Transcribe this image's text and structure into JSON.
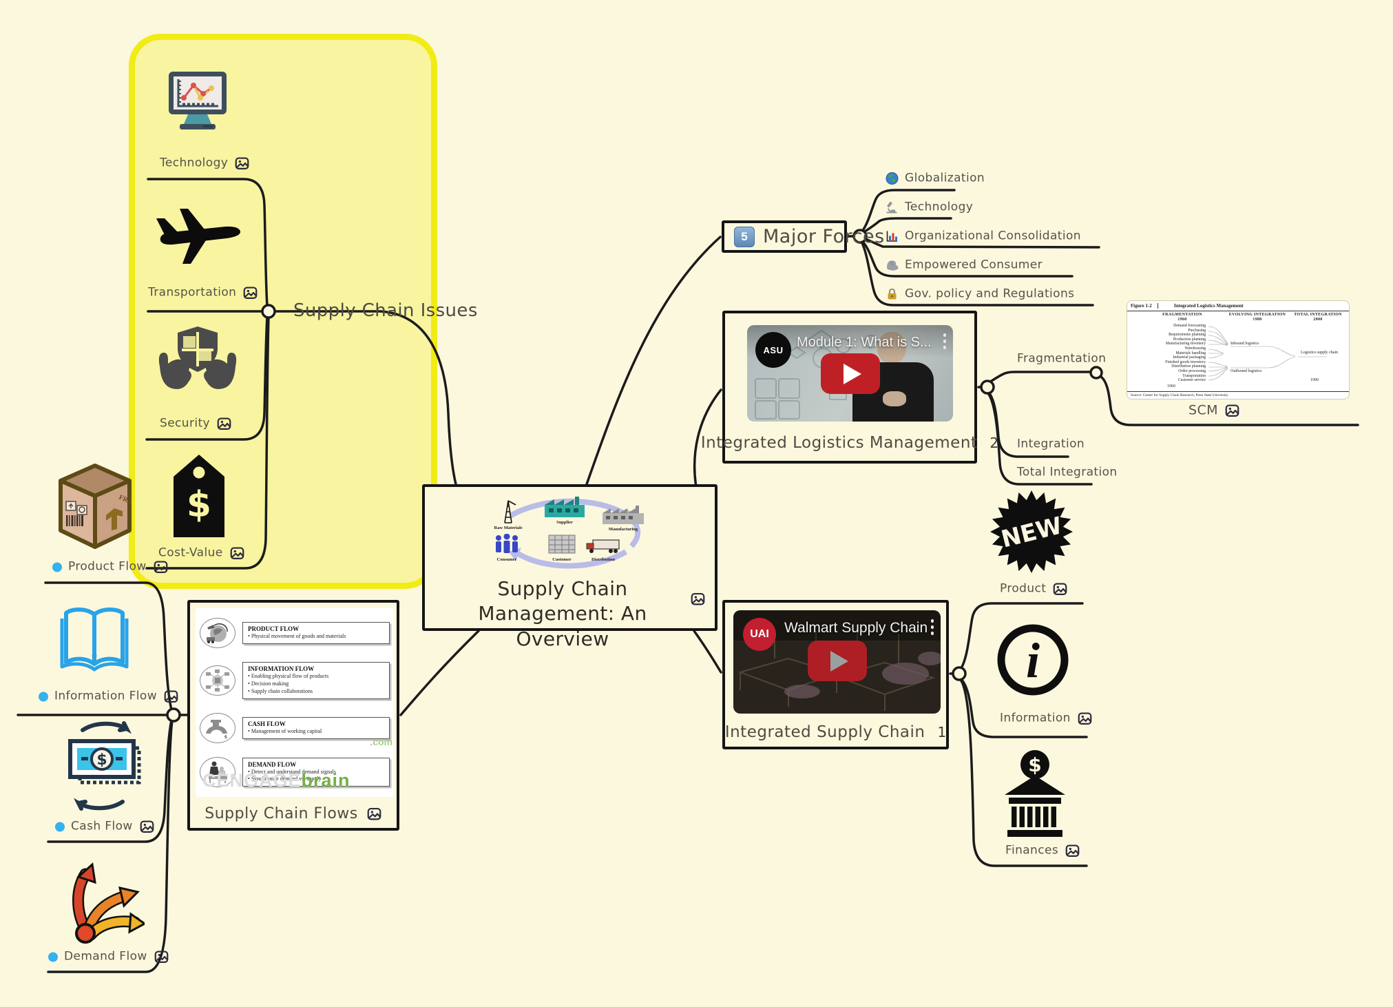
{
  "canvas": {
    "bg": "#fcf8de"
  },
  "colors": {
    "boundary_fill": "#f8f4a0",
    "boundary_border": "#f1eb16",
    "play_red": "#bf2026",
    "bullet_blue": "#35b1ee",
    "node_border": "#151515",
    "label_gray": "#55524a"
  },
  "central": {
    "title": "Supply Chain Management: An Overview",
    "mini_diagram": {
      "labels": [
        "Raw Materials",
        "Supplier",
        "Manufacturing",
        "Distribution",
        "Customer",
        "Consumer"
      ]
    }
  },
  "issues": {
    "label": "Supply Chain Issues",
    "children": [
      {
        "label": "Technology"
      },
      {
        "label": "Transportation"
      },
      {
        "label": "Security"
      },
      {
        "label": "Cost-Value"
      }
    ]
  },
  "forces": {
    "label": "Major Forces",
    "badge": "5",
    "children": [
      {
        "label": "Globalization"
      },
      {
        "label": "Technology"
      },
      {
        "label": "Organizational Consolidation"
      },
      {
        "label": "Empowered Consumer"
      },
      {
        "label": "Gov. policy and Regulations"
      }
    ]
  },
  "logistics": {
    "label": "Integrated Logistics Management",
    "link_count": "2",
    "video_title": "Module 1: What is S...",
    "video_logo": "ASU",
    "children": [
      {
        "label": "Fragmentation"
      },
      {
        "label": "Integration"
      },
      {
        "label": "Total Integration"
      }
    ]
  },
  "scm": {
    "label": "SCM",
    "figure": {
      "tab": "Figure 1-2",
      "title": "Integrated Logistics Management",
      "col_left": "FRAGMENTATION",
      "col_left_year": "1960",
      "col_mid": "EVOLVING INTEGRATION",
      "col_mid_year": "1980",
      "col_right": "TOTAL INTEGRATION",
      "col_right_year": "2000",
      "activities": [
        "Demand forecasting",
        "Purchasing",
        "Requirements planning",
        "Production planning",
        "Manufacturing inventory",
        "Warehousing",
        "Materials handling",
        "Industrial packaging",
        "Finished goods inventory",
        "Distribution planning",
        "Order processing",
        "Transportation",
        "Customer service"
      ],
      "mid_labels": [
        "Inbound logistics",
        "Outbound logistics"
      ],
      "right_label": "Logistics supply chain",
      "year_bottom_left": "1960",
      "year_bottom_right": "1990",
      "source": "Source: Center for Supply Chain Research, Penn State University."
    }
  },
  "integrated_supply": {
    "label": "Integrated Supply Chain",
    "link_count": "1",
    "video_title": "Walmart Supply Chain",
    "video_logo": "UAI",
    "children": [
      {
        "label": "Product",
        "badge": "NEW"
      },
      {
        "label": "Information"
      },
      {
        "label": "Finances"
      }
    ]
  },
  "flows": {
    "label": "Supply Chain Flows",
    "rows": [
      {
        "title": "PRODUCT FLOW",
        "bullets": [
          "Physical movement of goods and materials"
        ]
      },
      {
        "title": "INFORMATION FLOW",
        "bullets": [
          "Enabling physical flow of products",
          "Decision making",
          "Supply chain collaborations"
        ]
      },
      {
        "title": "CASH FLOW",
        "bullets": [
          "Management of working capital"
        ]
      },
      {
        "title": "DEMAND FLOW",
        "bullets": [
          "Detect and understand demand signals",
          "Synchronize demand vs. supply"
        ]
      }
    ],
    "watermark_left": "CENGAGE",
    "watermark_right": "brain",
    "watermark_suffix": ".com",
    "leaves": [
      {
        "label": "Product Flow"
      },
      {
        "label": "Information Flow"
      },
      {
        "label": "Cash Flow"
      },
      {
        "label": "Demand Flow"
      }
    ]
  }
}
